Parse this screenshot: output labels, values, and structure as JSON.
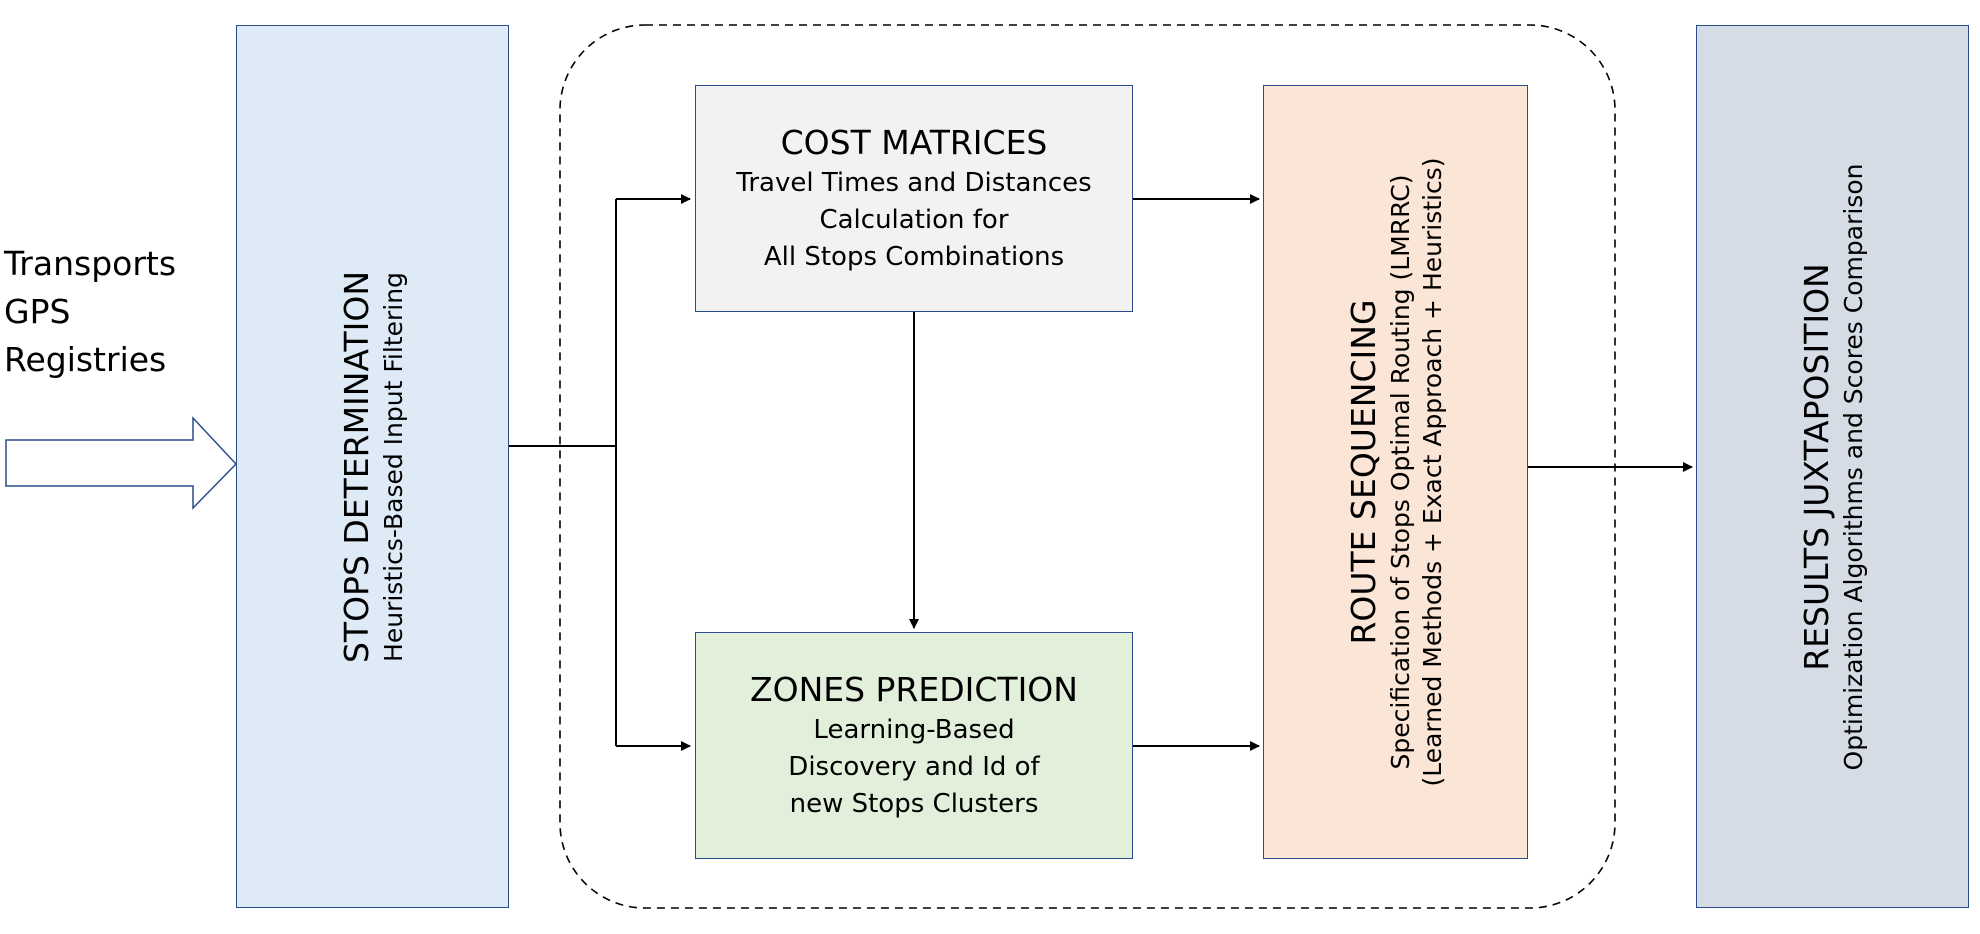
{
  "input": {
    "lines": [
      "Transports",
      "GPS",
      "Registries"
    ]
  },
  "stops_determination": {
    "title": "STOPS DETERMINATION",
    "subtitle": "Heuristics-Based Input Filtering"
  },
  "cost_matrices": {
    "title": "COST MATRICES",
    "lines": [
      "Travel Times and Distances",
      "Calculation for",
      "All Stops Combinations"
    ]
  },
  "zones_prediction": {
    "title": "ZONES PREDICTION",
    "lines": [
      "Learning-Based",
      "Discovery and Id of",
      "new Stops Clusters"
    ]
  },
  "route_sequencing": {
    "title": "ROUTE SEQUENCING",
    "lines": [
      "Specification of Stops Optimal Routing (LMRRC)",
      "(Learned Methods + Exact Approach + Heuristics)"
    ]
  },
  "results_juxtaposition": {
    "title": "RESULTS JUXTAPOSITION",
    "subtitle": "Optimization Algorithms and Scores Comparison"
  },
  "colors": {
    "box_border": "#2b4c8c",
    "stops_fill": "#deebf7",
    "cost_fill": "#f2f2f2",
    "zones_fill": "#e2efda",
    "route_fill": "#fbe5d6",
    "results_fill": "#d6dce5",
    "input_arrow_stroke": "#2b4c8c"
  }
}
